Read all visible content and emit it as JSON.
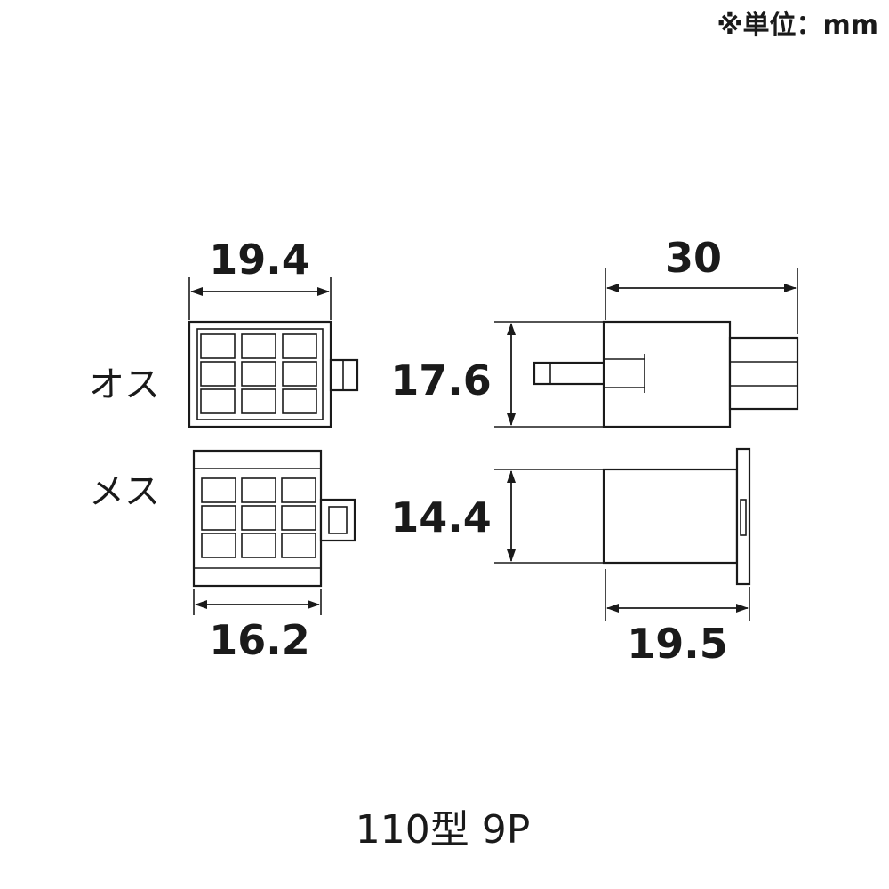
{
  "unit_note": "※単位：mm",
  "labels": {
    "male": "オス",
    "female": "メス"
  },
  "dimensions": {
    "male_width": "19.4",
    "male_height": "17.6",
    "male_length": "30",
    "female_height": "14.4",
    "female_width": "16.2",
    "female_length": "19.5"
  },
  "caption": "110型 9P",
  "colors": {
    "line": "#1a1a1a",
    "background": "#ffffff"
  }
}
